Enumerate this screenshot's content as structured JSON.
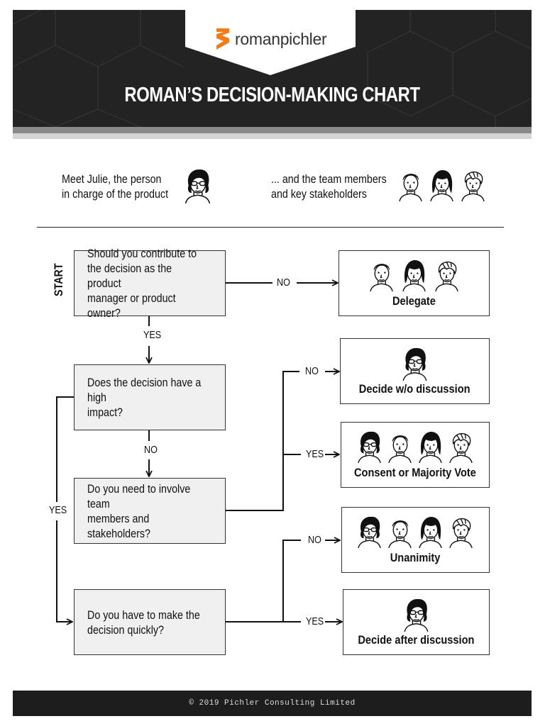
{
  "brand": {
    "name": "romanpichler",
    "accent": "#f07d1a"
  },
  "title": "ROMAN’S DECISION-MAKING CHART",
  "intro": {
    "left": "Meet Julie, the person\nin charge of the product",
    "right": "... and the team members\nand key stakeholders"
  },
  "start_label": "START",
  "questions": {
    "q1": "Should you contribute to\nthe decision as the product\nmanager or product owner?",
    "q2": "Does the decision have a high\nimpact?",
    "q3": "Do you need to involve team\nmembers and stakeholders?",
    "q4": "Do you have to make the\ndecision quickly?"
  },
  "edges": {
    "q1_no": "NO",
    "q1_yes": "YES",
    "q2_no": "NO",
    "q2_yes": "YES",
    "q3_no": "NO",
    "q3_yes": "YES",
    "q4_no": "NO",
    "q4_yes": "YES"
  },
  "outcomes": {
    "delegate": "Delegate",
    "decide_without": "Decide w/o discussion",
    "consent": "Consent or Majority Vote",
    "unanimity": "Unanimity",
    "decide_after": "Decide after discussion"
  },
  "footer": "© 2019 Pichler Consulting Limited"
}
